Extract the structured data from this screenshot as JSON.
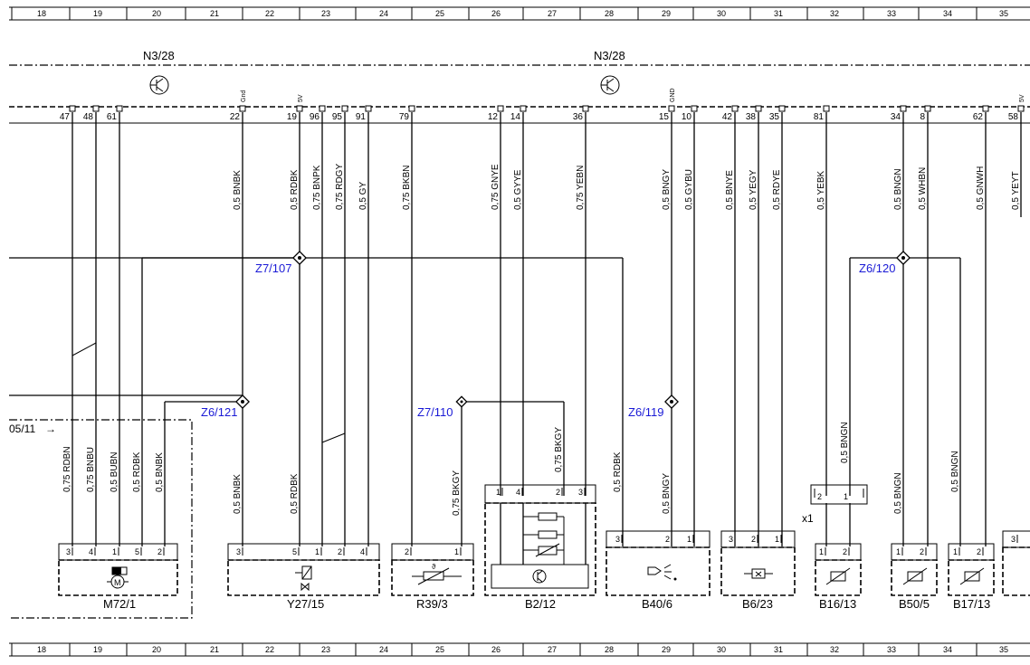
{
  "grid_numbers": [
    "18",
    "19",
    "20",
    "21",
    "22",
    "23",
    "24",
    "25",
    "26",
    "27",
    "28",
    "29",
    "30",
    "31",
    "32",
    "33",
    "34",
    "35"
  ],
  "modules": [
    "N3/28",
    "N3/28"
  ],
  "module_pins": [
    {
      "num": "47",
      "sig": ""
    },
    {
      "num": "48",
      "sig": ""
    },
    {
      "num": "61",
      "sig": ""
    },
    {
      "num": "22",
      "sig": "Gnd"
    },
    {
      "num": "19",
      "sig": "5V"
    },
    {
      "num": "96",
      "sig": ""
    },
    {
      "num": "95",
      "sig": ""
    },
    {
      "num": "91",
      "sig": ""
    },
    {
      "num": "79",
      "sig": ""
    },
    {
      "num": "12",
      "sig": ""
    },
    {
      "num": "14",
      "sig": ""
    },
    {
      "num": "36",
      "sig": ""
    },
    {
      "num": "15",
      "sig": "GND"
    },
    {
      "num": "10",
      "sig": ""
    },
    {
      "num": "42",
      "sig": ""
    },
    {
      "num": "38",
      "sig": ""
    },
    {
      "num": "35",
      "sig": ""
    },
    {
      "num": "81",
      "sig": ""
    },
    {
      "num": "34",
      "sig": ""
    },
    {
      "num": "8",
      "sig": ""
    },
    {
      "num": "62",
      "sig": ""
    },
    {
      "num": "58",
      "sig": "5V"
    }
  ],
  "wires_upper": [
    "0,5 BNBK",
    "0,5 RDBK",
    "0,75 BNPK",
    "0,75 RDGY",
    "0,5 GY",
    "0,75 BKBN",
    "0,75 GNYE",
    "0,5 GYYE",
    "0,75 YEBN",
    "0,5 BNGY",
    "0,5 GYBU",
    "0,5 BNYE",
    "0,5 YEGY",
    "0,5 RDYE",
    "0,5 YEBK",
    "0,5 BNGN",
    "0,5 WHBN",
    "0,5 GNWH",
    "0,5 YEYT"
  ],
  "wires_lower": [
    "0,75 RDBN",
    "0,75 BNBU",
    "0,5 BUBN",
    "0,5 RDBK",
    "0,5 BNBK",
    "0,5 BNBK",
    "0,5 RDBK",
    "0,75 BKGY",
    "0,75 BKGY",
    "0,5 RDBK",
    "0,5 BNGY",
    "0,5 BNGN",
    "0,5 BNGN",
    "0,5 BNGN"
  ],
  "splices": [
    "Z7/107",
    "Z6/121",
    "Z7/110",
    "Z6/119",
    "Z6/120"
  ],
  "components": [
    "M72/1",
    "Y27/15",
    "R39/3",
    "B2/12",
    "B40/6",
    "B6/23",
    "B16/13",
    "B50/5",
    "B17/13"
  ],
  "component_pins": [
    [
      "3",
      "4",
      "1",
      "5",
      "2"
    ],
    [
      "3",
      "5",
      "1",
      "2",
      "4"
    ],
    [
      "2",
      "1"
    ],
    [
      "1",
      "4",
      "2",
      "3"
    ],
    [
      "3",
      "2",
      "1"
    ],
    [
      "3",
      "2",
      "1"
    ],
    [
      "1",
      "2"
    ],
    [
      "1",
      "2"
    ],
    [
      "1",
      "2"
    ],
    [
      "3"
    ]
  ],
  "connector_x1": {
    "label": "x1",
    "pins": [
      "2",
      "1"
    ]
  },
  "reference": "05/11",
  "arrow_glyph": "→",
  "motor_glyph": "M"
}
